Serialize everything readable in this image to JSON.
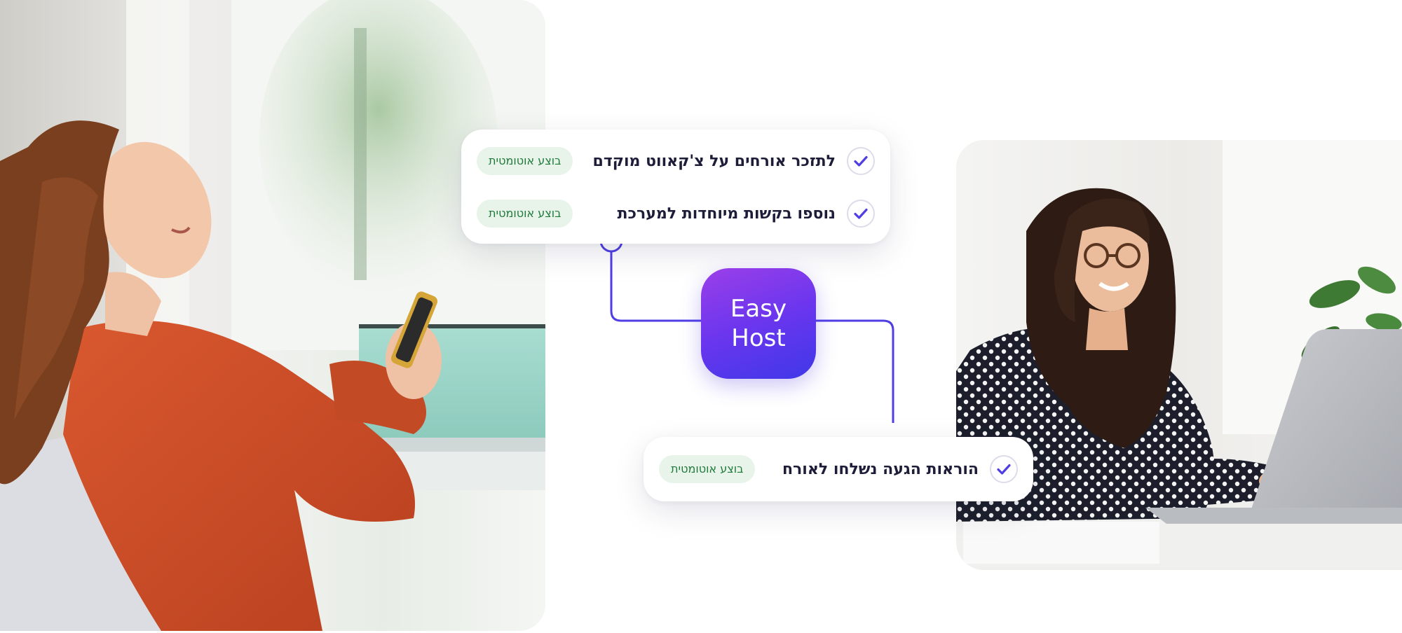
{
  "colors": {
    "accent": "#4f3ee6",
    "badge_bg": "#e8f4ea",
    "badge_text": "#1f7a3a",
    "label_text": "#1d1d3a",
    "logo_gradient_start": "#9b3fe8",
    "logo_gradient_end": "#3f38e8"
  },
  "logo": {
    "line1": "Easy",
    "line2": "Host"
  },
  "tasks_top": [
    {
      "label": "לתזכר אורחים על צ'קאווט מוקדם",
      "badge": "בוצע אוטומטית",
      "icon": "check-icon"
    },
    {
      "label": "נוספו בקשות מיוחדות למערכת",
      "badge": "בוצע אוטומטית",
      "icon": "check-icon"
    }
  ],
  "tasks_bottom": [
    {
      "label": "הוראות הגעה נשלחו לאורח",
      "badge": "בוצע אוטומטית",
      "icon": "check-icon"
    }
  ]
}
